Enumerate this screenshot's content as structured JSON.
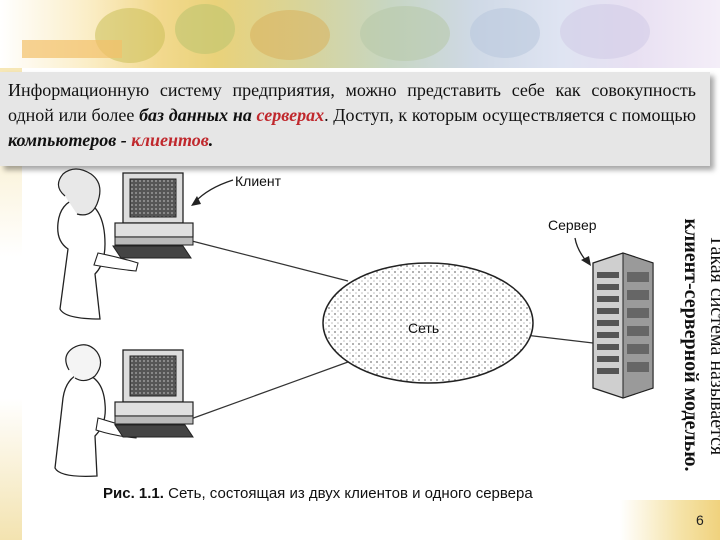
{
  "slide": {
    "intro": {
      "part1": "Информационную систему предприятия, можно представить себе как совокупность одной или более ",
      "db": "баз данных на ",
      "servers": "серверах",
      "part2": ". Доступ, к которым осуществляется с помощью ",
      "computers": "компьютеров - ",
      "clients": "клиентов",
      "period": "."
    },
    "side_text": {
      "line1": "Такая система называется",
      "line2": "клиент-серверной моделью."
    },
    "page_number": "6"
  },
  "diagram": {
    "client_label": "Клиент",
    "server_label": "Сервер",
    "network_label": "Сеть",
    "caption_bold": "Рис. 1.1.",
    "caption_text": " Сеть, состоящая из двух клиентов и одного сервера"
  },
  "colors": {
    "accent_red": "#c0282d",
    "text_box_bg": "#e6e6e6"
  }
}
